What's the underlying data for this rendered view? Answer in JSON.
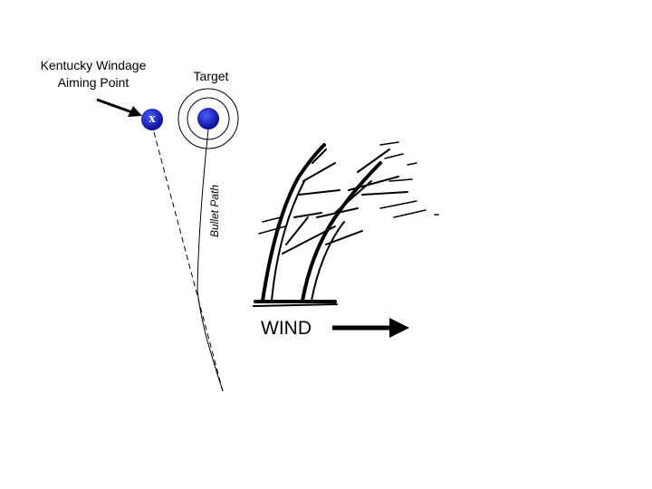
{
  "labels": {
    "aim_line1": "Kentucky Windage",
    "aim_line2": "Aiming Point",
    "target": "Target",
    "aim_mark": "x",
    "bullet_path": "Bullet Path",
    "wind": "WIND"
  },
  "colors": {
    "marker": "#1010c8",
    "ink": "#000000"
  }
}
